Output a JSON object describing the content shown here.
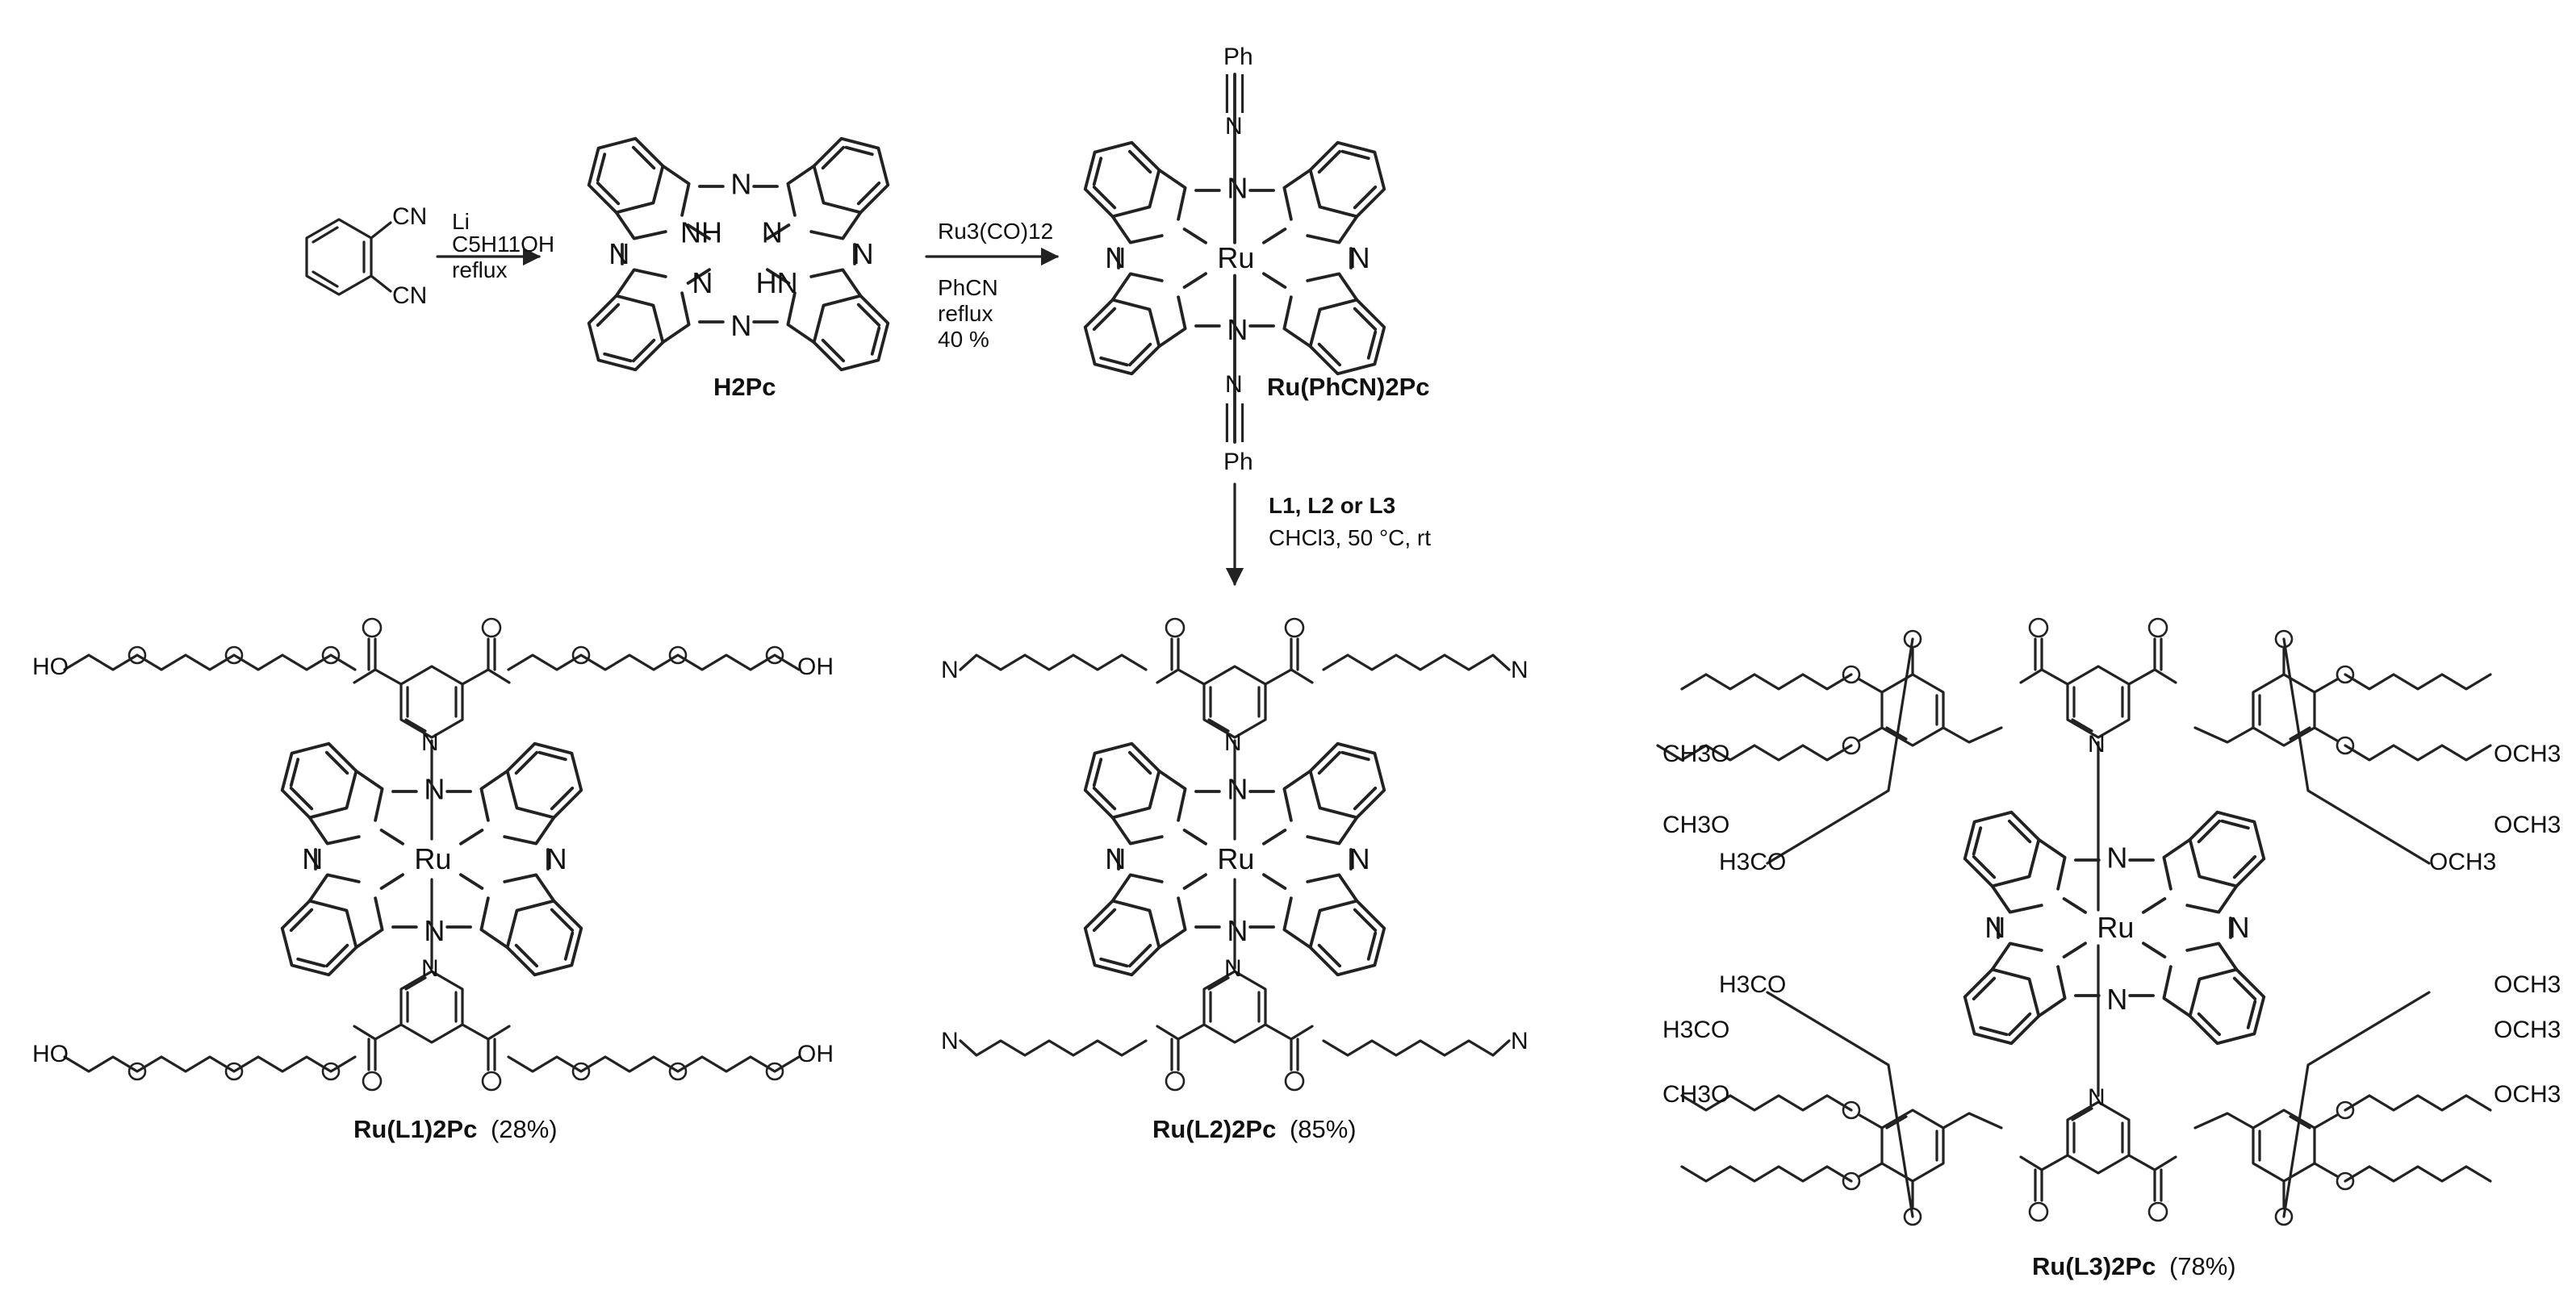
{
  "step1": {
    "reactant": {
      "cn": "CN"
    },
    "conditions": [
      "Li",
      "C5H11OH",
      "reflux"
    ]
  },
  "h2pc": {
    "name": "H2Pc",
    "nh": "NH",
    "hn": "HN",
    "n": "N"
  },
  "step2": {
    "conditions": [
      "Ru3(CO)12",
      "PhCN",
      "reflux",
      "40 %"
    ]
  },
  "ru_phcn": {
    "name": "Ru(PhCN)2Pc",
    "metal": "Ru",
    "ph": "Ph",
    "n": "N"
  },
  "step3": {
    "conditions": [
      "L1, L2 or L3",
      "CHCl3, 50 °C, rt"
    ]
  },
  "products": {
    "l1": {
      "name": "Ru(L1)2Pc",
      "yield": "(28%)",
      "ho": "HO",
      "oh": "OH",
      "o": "O",
      "n": "N",
      "metal": "Ru"
    },
    "l2": {
      "name": "Ru(L2)2Pc",
      "yield": "(85%)",
      "n": "N",
      "o": "O",
      "metal": "Ru"
    },
    "l3": {
      "name": "Ru(L3)2Pc",
      "yield": "(78%)",
      "och3": "OCH3",
      "ch3o": "CH3O",
      "h3co": "H3CO",
      "o": "O",
      "n": "N",
      "metal": "Ru"
    }
  }
}
